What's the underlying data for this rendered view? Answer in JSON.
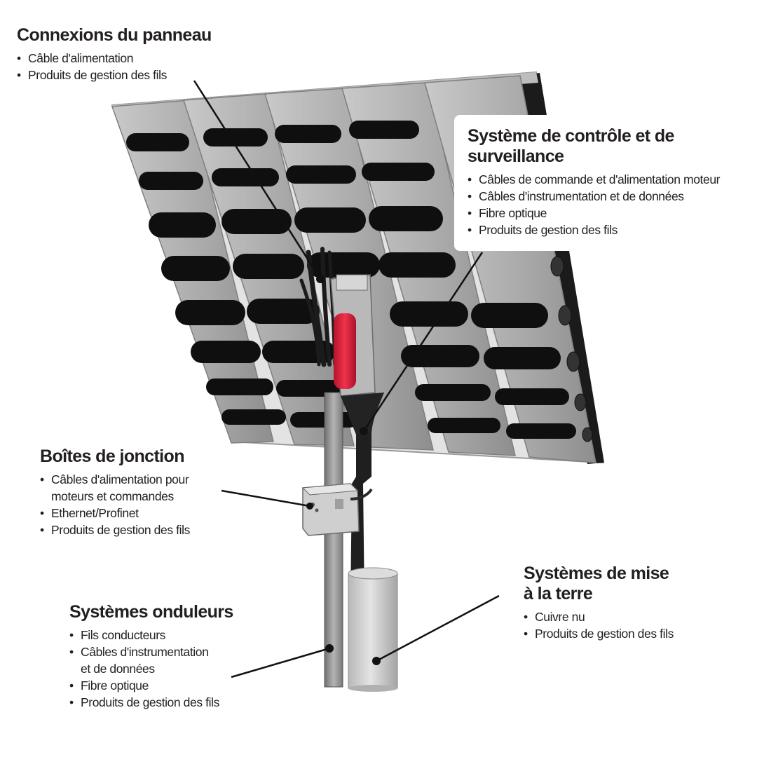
{
  "callouts": {
    "panel_connections": {
      "title": "Connexions du panneau",
      "items": [
        "Câble d'alimentation",
        "Produits de gestion des fils"
      ]
    },
    "control_system": {
      "title_line1": "Système de contrôle  et de",
      "title_line2": "surveillance",
      "items": [
        "Câbles de commande et d'alimentation moteur",
        "Câbles d'instrumentation et  de données",
        "Fibre optique",
        "Produits de gestion des fils"
      ]
    },
    "junction_boxes": {
      "title": "Boîtes de jonction",
      "item1_line1": "Câbles d'alimentation pour",
      "item1_line2": "moteurs et commandes",
      "item2": "Ethernet/Profinet",
      "item3": "Produits de gestion des fils"
    },
    "inverter_systems": {
      "title": "Systèmes onduleurs",
      "item1": "Fils conducteurs",
      "item2_line1": "Câbles d'instrumentation",
      "item2_line2": "et de données",
      "item3": "Fibre optique",
      "item4": "Produits de gestion des fils"
    },
    "grounding_systems": {
      "title_line1": "Systèmes de mise",
      "title_line2": "à la terre",
      "items": [
        "Cuivre nu",
        "Produits de gestion des fils"
      ]
    }
  },
  "colors": {
    "text": "#231f20",
    "panel_frame": "#1b1b1b",
    "panel_rail": "#a9a9a9",
    "pole": "#8c8c8c",
    "cable": "#222222",
    "actuator_accent": "#e0213c",
    "pier": "#c8c8c8"
  }
}
